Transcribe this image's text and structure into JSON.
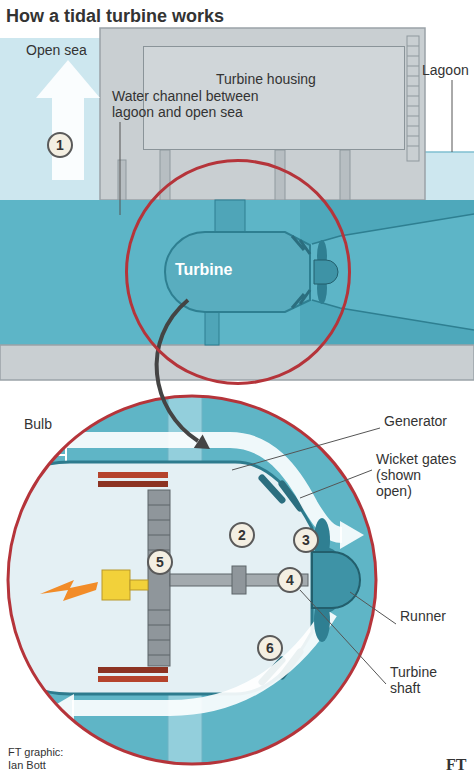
{
  "diagram": {
    "title": "How a tidal turbine works",
    "nodes": [
      {
        "text": [
          "Turbine housing"
        ]
      },
      {
        "text": [
          "1"
        ]
      },
      {
        "text": [
          "Turbine"
        ]
      },
      {
        "text": [
          "2"
        ]
      },
      {
        "text": [
          "3"
        ]
      },
      {
        "text": [
          "4"
        ]
      },
      {
        "text": [
          "5"
        ]
      },
      {
        "text": [
          "6"
        ]
      }
    ],
    "labels": [
      "Open sea",
      "Lagoon",
      "Water channel between lagoon and open sea",
      "Bulb",
      "Generator",
      "Wicket gates (shown open)",
      "Runner",
      "Turbine shaft",
      "FT graphic: Ian Bott",
      "FT"
    ]
  }
}
